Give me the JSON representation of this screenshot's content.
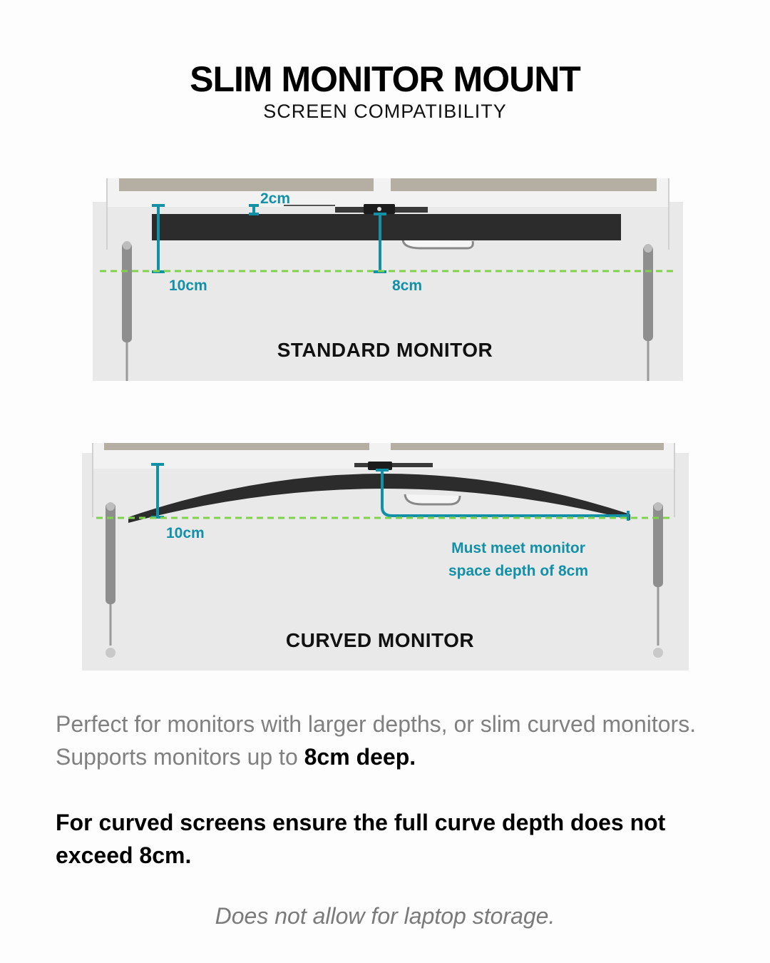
{
  "header": {
    "title": "SLIM MONITOR MOUNT",
    "subtitle": "SCREEN COMPATIBILITY"
  },
  "standard": {
    "label": "STANDARD MONITOR",
    "dim_top": "2cm",
    "dim_left": "10cm",
    "dim_center": "8cm"
  },
  "curved": {
    "label": "CURVED MONITOR",
    "dim_left": "10cm",
    "note_line1": "Must meet monitor",
    "note_line2": "space depth of 8cm"
  },
  "text": {
    "p1_part1": "Perfect for monitors with larger depths, or slim curved monitors. Supports monitors up to ",
    "p1_bold": "8cm deep.",
    "p2": "For curved screens ensure the full curve depth does not exceed 8cm.",
    "p3": "Does not allow for laptop storage."
  },
  "colors": {
    "accent": "#1190a8",
    "guide_line": "#7ed34a",
    "monitor": "#2c2c2c"
  }
}
